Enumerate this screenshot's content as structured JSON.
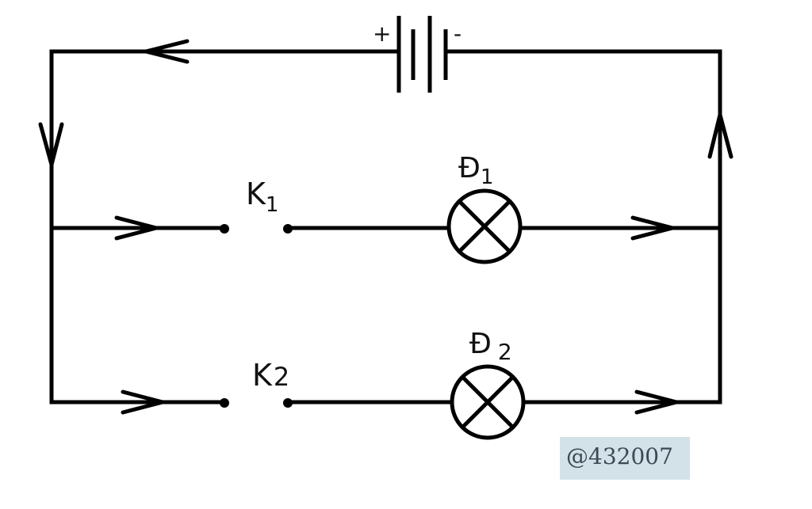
{
  "battery": {
    "plus_label": "+",
    "minus_label": "-"
  },
  "switches": [
    {
      "name": "K",
      "sub": "1"
    },
    {
      "name": "K",
      "sub": "2"
    }
  ],
  "lamps": [
    {
      "name": "Đ",
      "sub": "1"
    },
    {
      "name": "Đ",
      "sub": "2"
    }
  ],
  "watermark": {
    "text": "@432007"
  },
  "colors": {
    "wire": "#000000",
    "watermark_bg": "#d3e2e8",
    "watermark_text": "#3a4a55"
  }
}
